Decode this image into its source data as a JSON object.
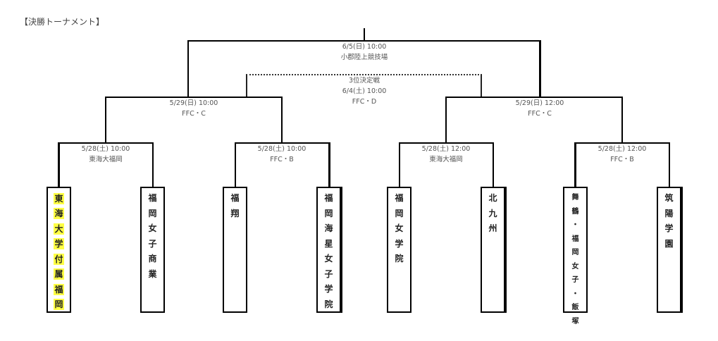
{
  "title": "【決勝トーナメント】",
  "final": {
    "date": "6/5(日) 10:00",
    "venue": "小郡陸上競技場"
  },
  "third_place": {
    "label": "3位決定戦",
    "date": "6/4(土) 10:00",
    "venue": "FFC・D"
  },
  "semifinals": [
    {
      "date": "5/29(日) 10:00",
      "venue": "FFC・C"
    },
    {
      "date": "5/29(日) 12:00",
      "venue": "FFC・C"
    }
  ],
  "quarterfinals": [
    {
      "date": "5/28(土) 10:00",
      "venue": "東海大福岡"
    },
    {
      "date": "5/28(土) 10:00",
      "venue": "FFC・B"
    },
    {
      "date": "5/28(土) 12:00",
      "venue": "東海大福岡"
    },
    {
      "date": "5/28(土) 12:00",
      "venue": "FFC・B"
    }
  ],
  "teams": [
    {
      "name": "東海大学付属福岡",
      "highlight": true,
      "highlight_color": "#ffff44"
    },
    {
      "name": "福岡女子商業",
      "highlight": false
    },
    {
      "name": "福翔",
      "highlight": false
    },
    {
      "name": "福岡海星女子学院",
      "highlight": false
    },
    {
      "name": "福岡女学院",
      "highlight": false
    },
    {
      "name": "北九州",
      "highlight": false
    },
    {
      "name": "舞鶴・福岡女子・飯塚",
      "highlight": false
    },
    {
      "name": "筑陽学園",
      "highlight": false
    }
  ]
}
